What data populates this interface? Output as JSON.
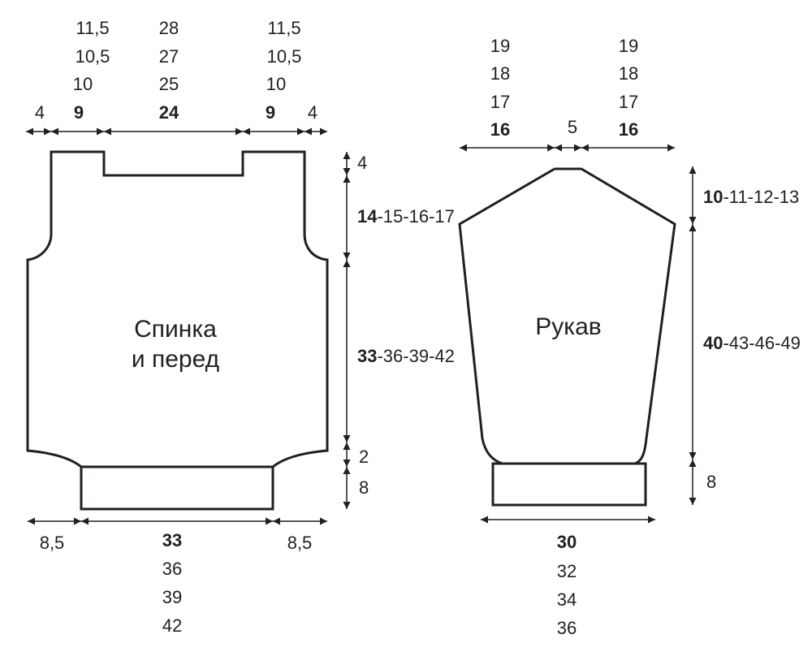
{
  "colors": {
    "ink": "#231f20",
    "background": "#ffffff"
  },
  "body_piece": {
    "title_line1": "Спинка",
    "title_line2": "и перед",
    "top_edge_left": "4",
    "top_edge_right": "4",
    "shoulder_left": {
      "v1": "11,5",
      "v2": "10,5",
      "v3": "10",
      "v4": "9"
    },
    "neck": {
      "v1": "28",
      "v2": "27",
      "v3": "25",
      "v4": "24"
    },
    "shoulder_right": {
      "v1": "11,5",
      "v2": "10,5",
      "v3": "10",
      "v4": "9"
    },
    "neck_depth": "4",
    "armhole_bold": "14",
    "armhole_rest": "-15-16-17",
    "body_bold": "33",
    "body_rest": "-36-39-42",
    "hip_shaping": "2",
    "band_height": "8",
    "hip_side_left": "8,5",
    "hip_side_right": "8,5",
    "width": {
      "v1": "33",
      "v2": "36",
      "v3": "39",
      "v4": "42"
    }
  },
  "sleeve_piece": {
    "title": "Рукав",
    "cap_side_left": {
      "v1": "19",
      "v2": "18",
      "v3": "17",
      "v4": "16"
    },
    "cap_top": "5",
    "cap_side_right": {
      "v1": "19",
      "v2": "18",
      "v3": "17",
      "v4": "16"
    },
    "cap_height_bold": "10",
    "cap_height_rest": "-11-12-13",
    "length_bold": "40",
    "length_rest": "-43-46-49",
    "cuff_height": "8",
    "cuff_width": {
      "v1": "30",
      "v2": "32",
      "v3": "34",
      "v4": "36"
    }
  }
}
